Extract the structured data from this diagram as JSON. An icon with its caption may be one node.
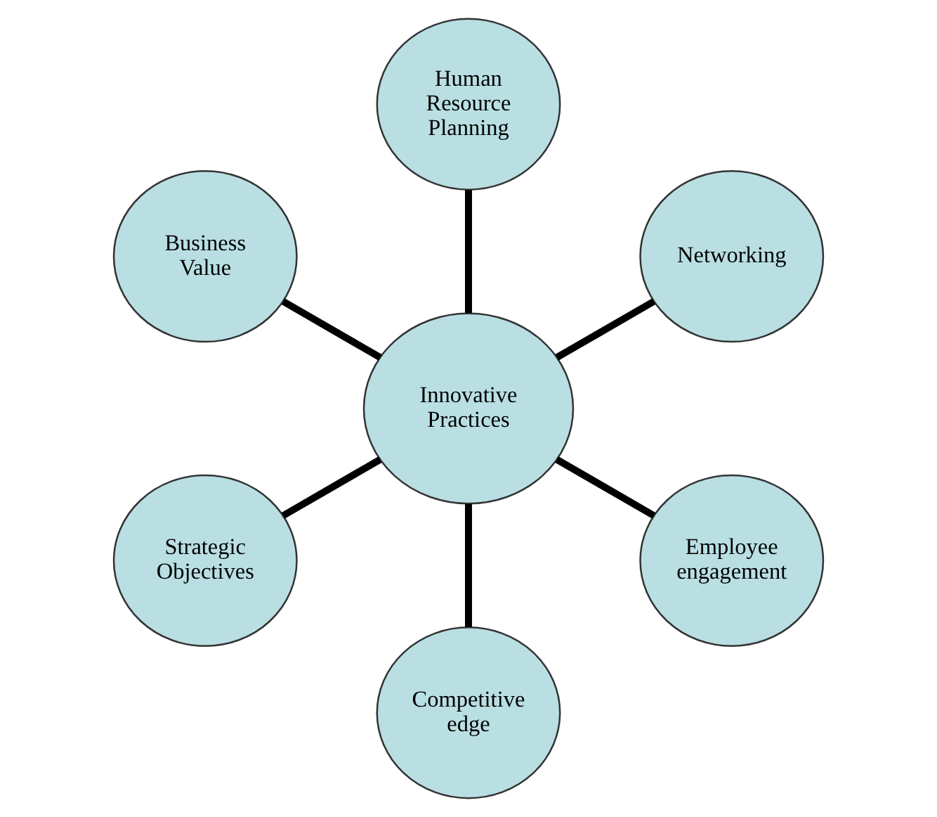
{
  "diagram": {
    "nodes": [
      {
        "text": [
          "Innovative Practices"
        ]
      },
      {
        "text": [
          "Networking"
        ]
      },
      {
        "text": [
          "Human Resource Planning"
        ]
      },
      {
        "text": [
          "Business Value"
        ]
      },
      {
        "text": [
          "Strategic Objectives"
        ]
      },
      {
        "text": [
          "Competitive edge"
        ]
      },
      {
        "text": [
          "Employee engagement"
        ]
      }
    ],
    "edges": [
      {
        "from": 0,
        "to": 1,
        "arrow": "none"
      },
      {
        "from": 0,
        "to": 2,
        "arrow": "none"
      },
      {
        "from": 0,
        "to": 3,
        "arrow": "none"
      },
      {
        "from": 0,
        "to": 4,
        "arrow": "none"
      },
      {
        "from": 0,
        "to": 5,
        "arrow": "none"
      },
      {
        "from": 0,
        "to": 6,
        "arrow": "none"
      }
    ]
  }
}
